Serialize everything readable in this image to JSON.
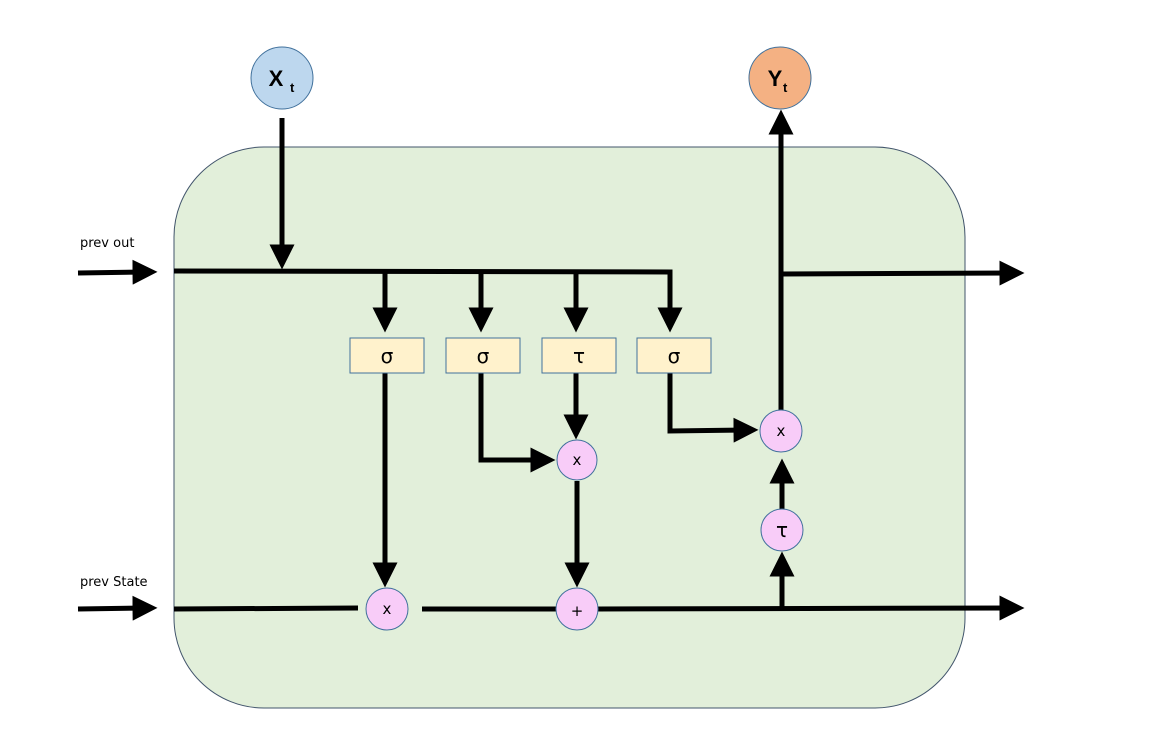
{
  "colors": {
    "cell_fill": "#e2efda",
    "cell_stroke": "#41546b",
    "input_fill": "#bdd7ee",
    "output_fill": "#f4b183",
    "gate_fill": "#fff2cc",
    "gate_stroke": "#41719c",
    "op_fill": "#f8ccf8",
    "line": "#000000"
  },
  "nodes": {
    "input": {
      "label": "X",
      "sub": "t"
    },
    "output": {
      "label": "Y",
      "sub": "t"
    }
  },
  "labels": {
    "prev_out": "prev out",
    "prev_state": "prev State"
  },
  "gates": [
    "σ",
    "σ",
    "τ",
    "σ"
  ],
  "ops": {
    "forget_mul": "x",
    "input_mul": "x",
    "state_add": "+",
    "output_mul": "x",
    "state_tanh": "τ"
  }
}
